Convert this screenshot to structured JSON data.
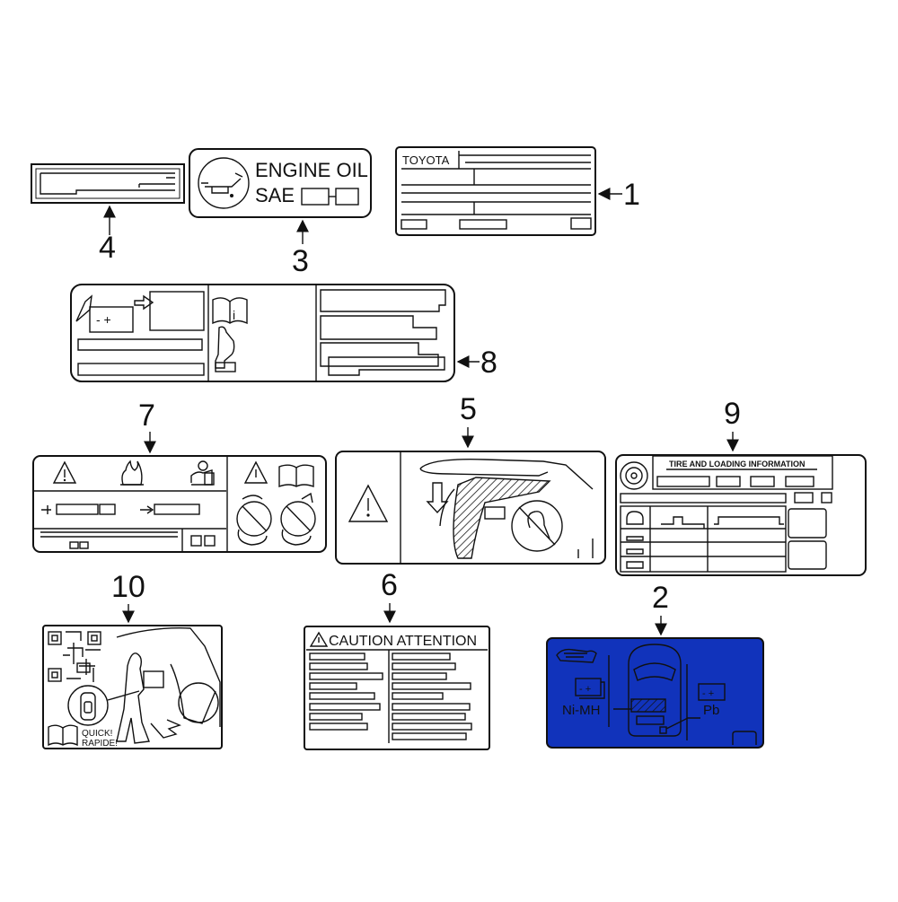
{
  "callouts": {
    "c1": "1",
    "c2": "2",
    "c3": "3",
    "c4": "4",
    "c5": "5",
    "c6": "6",
    "c7": "7",
    "c8": "8",
    "c9": "9",
    "c10": "10"
  },
  "labels": {
    "label1": {
      "brand": "TOYOTA"
    },
    "label3": {
      "line1": "ENGINE OIL",
      "line2": "SAE"
    },
    "label6": {
      "heading": "CAUTION ATTENTION"
    },
    "label9": {
      "heading": "TIRE AND LOADING INFORMATION"
    },
    "label2": {
      "battery_left": "Ni-MH",
      "battery_right": "Pb"
    },
    "label10": {
      "quick": "QUICK!",
      "rapide": "RAPIDE!"
    }
  },
  "colors": {
    "highlight_fill": "#1133bb",
    "line": "#111111",
    "background": "#ffffff"
  },
  "icons": [
    "oil-can-icon",
    "battery-icon",
    "manual-book-icon",
    "warning-triangle-icon",
    "fire-icon",
    "tire-icon",
    "qr-code-icon",
    "no-hand-icon",
    "arrow-down-icon"
  ]
}
